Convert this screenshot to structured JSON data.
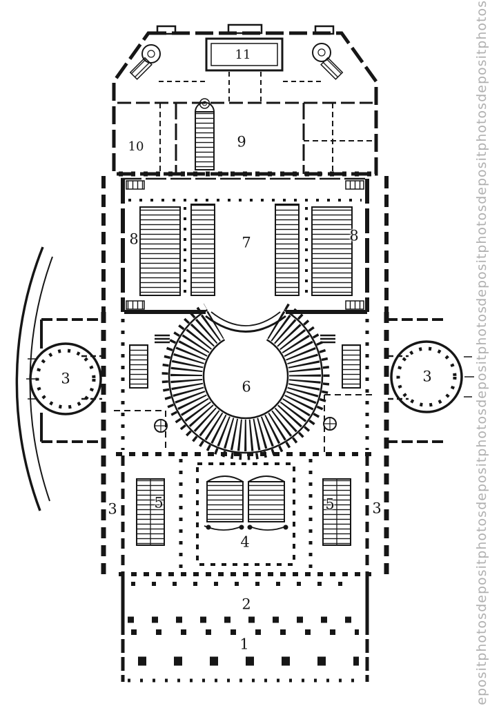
{
  "page": {
    "background": "#ffffff"
  },
  "watermark": {
    "text": "depositphotos",
    "color": "#a3a3a3",
    "repeat_count": 7
  },
  "plan": {
    "type": "architectural-floor-plan",
    "style": "vintage engraving, black ink on white",
    "ink": "#161616",
    "labels": [
      {
        "id": "room-11",
        "text": "11"
      },
      {
        "id": "room-10",
        "text": "10"
      },
      {
        "id": "room-9",
        "text": "9"
      },
      {
        "id": "room-8-left",
        "text": "8"
      },
      {
        "id": "room-8-right",
        "text": "8"
      },
      {
        "id": "room-7",
        "text": "7"
      },
      {
        "id": "room-3-left-rotunda",
        "text": "3"
      },
      {
        "id": "room-3-right-rotunda",
        "text": "3"
      },
      {
        "id": "room-6",
        "text": "6"
      },
      {
        "id": "room-3-left-corridor",
        "text": "3"
      },
      {
        "id": "room-3-right-corridor",
        "text": "3"
      },
      {
        "id": "room-5-left",
        "text": "5"
      },
      {
        "id": "room-5-right",
        "text": "5"
      },
      {
        "id": "room-4",
        "text": "4"
      },
      {
        "id": "room-2",
        "text": "2"
      },
      {
        "id": "room-1",
        "text": "1"
      }
    ]
  }
}
